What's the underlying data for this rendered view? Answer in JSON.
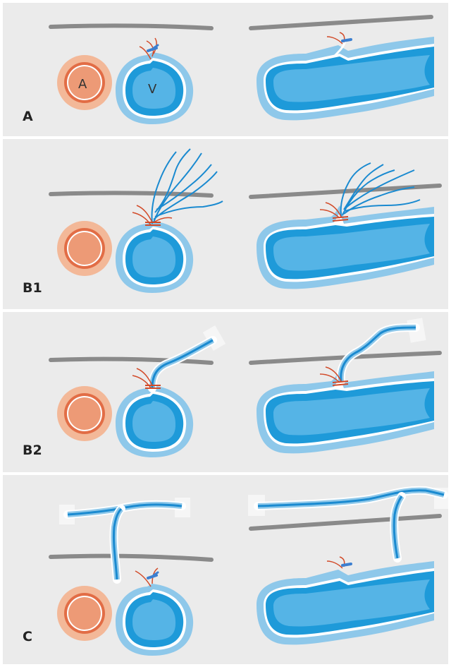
{
  "panels": [
    {
      "id": "A",
      "label": "A"
    },
    {
      "id": "B1",
      "label": "B1"
    },
    {
      "id": "B2",
      "label": "B2"
    },
    {
      "id": "C",
      "label": "C"
    }
  ],
  "vessel_labels": {
    "artery": "A",
    "vein": "V"
  },
  "colors": {
    "background": "#ebebeb",
    "artery_outer": "#f3b898",
    "artery_ring": "#e26d46",
    "artery_core": "#ed9a76",
    "vein_outer": "#8ec8ea",
    "vein_wall": "#1e9ad9",
    "vein_core": "#55b4e6",
    "skin_line": "#8a8a8a",
    "nerve": "#d24a28",
    "lymph_vessel": "#1a8ad0",
    "clip": "#3c7fd0"
  }
}
